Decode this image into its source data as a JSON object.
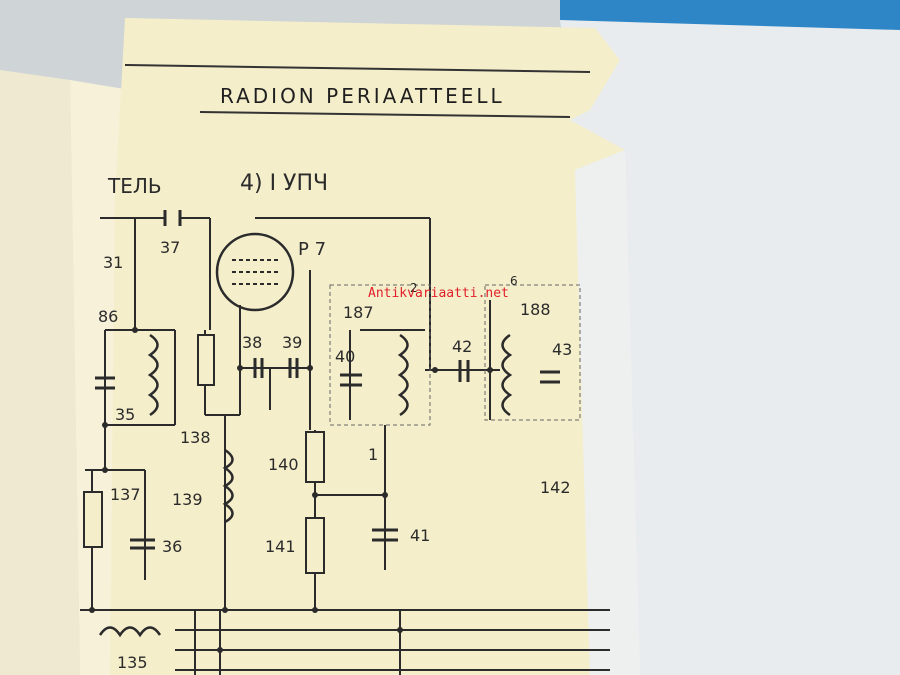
{
  "header_text": "RADION  PERIAATTEELL",
  "section_left": "ТЕЛЬ",
  "section_title": "4) I УПЧ",
  "tube_label": "P 7",
  "watermark": "Antikvariaatti.net",
  "component_labels": {
    "c31": "31",
    "c37": "37",
    "c86": "86",
    "c35": "35",
    "c38": "38",
    "c39": "39",
    "c187": "187",
    "c2": "2",
    "c6": "6",
    "c188": "188",
    "c40": "40",
    "c42": "42",
    "c43": "43",
    "c138": "138",
    "c140": "140",
    "c1": "1",
    "c142": "142",
    "c137": "137",
    "c139": "139",
    "c36": "36",
    "c141": "141",
    "c41": "41",
    "c135": "135"
  },
  "colors": {
    "paper": "#f4eecb",
    "ink": "#2b2b2b",
    "watermark": "#e0202a",
    "background": "#c9cfd3"
  }
}
